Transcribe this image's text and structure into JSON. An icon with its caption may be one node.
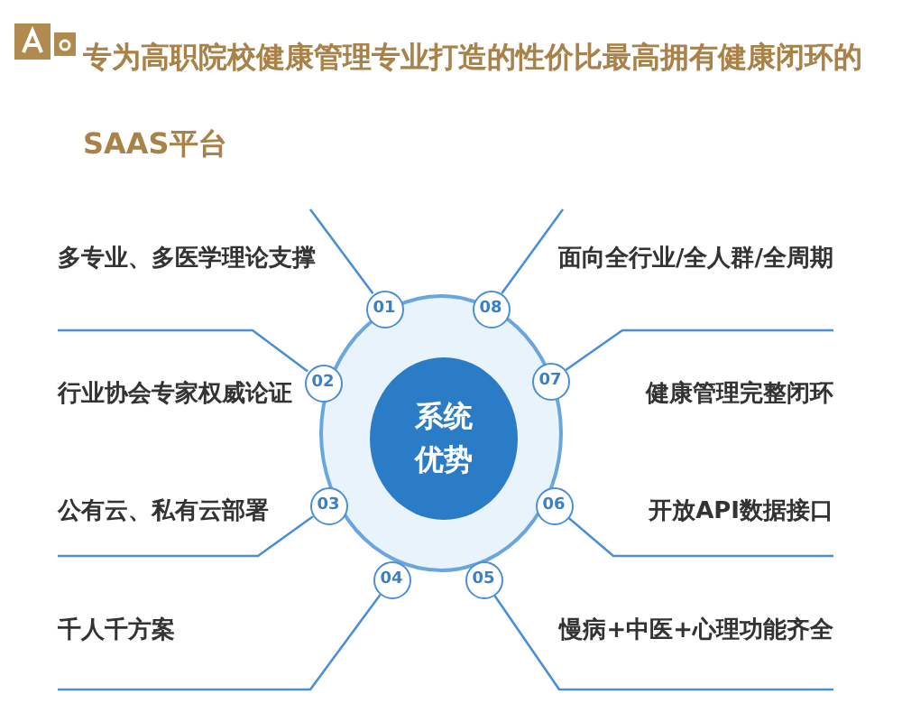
{
  "diagram": {
    "title": "专为高职院校健康管理专业打造的性价比最高拥有健康闭环的SAAS平台",
    "nodes": [
      {
        "text": [],
        "shape": "circle"
      },
      {
        "text": [
          "系统优势"
        ],
        "in": 0
      },
      {
        "text": [
          "01"
        ]
      },
      {
        "text": [
          "02"
        ]
      },
      {
        "text": [
          "03"
        ]
      },
      {
        "text": [
          "04"
        ]
      },
      {
        "text": [
          "05"
        ]
      },
      {
        "text": [
          "06"
        ]
      },
      {
        "text": [
          "07"
        ]
      },
      {
        "text": [
          "08"
        ]
      },
      {
        "text": [
          "多专业、多医学理论支撑"
        ]
      },
      {
        "text": [
          "行业协会专家权威论证"
        ]
      },
      {
        "text": [
          "公有云、私有云部署"
        ]
      },
      {
        "text": [
          "千人千方案"
        ]
      },
      {
        "text": [
          "慢病+中医+心理功能齐全"
        ]
      },
      {
        "text": [
          "开放API数据接口"
        ]
      },
      {
        "text": [
          "健康管理完整闭环"
        ]
      },
      {
        "text": [
          "面向全行业/全人群/全周期"
        ]
      }
    ],
    "edges": [
      {
        "from": 2,
        "to": 10,
        "arrow": "none"
      },
      {
        "from": 3,
        "to": 11,
        "arrow": "none"
      },
      {
        "from": 4,
        "to": 12,
        "arrow": "none"
      },
      {
        "from": 5,
        "to": 13,
        "arrow": "none"
      },
      {
        "from": 6,
        "to": 14,
        "arrow": "none"
      },
      {
        "from": 7,
        "to": 15,
        "arrow": "none"
      },
      {
        "from": 8,
        "to": 16,
        "arrow": "none"
      },
      {
        "from": 9,
        "to": 17,
        "arrow": "none"
      }
    ]
  }
}
